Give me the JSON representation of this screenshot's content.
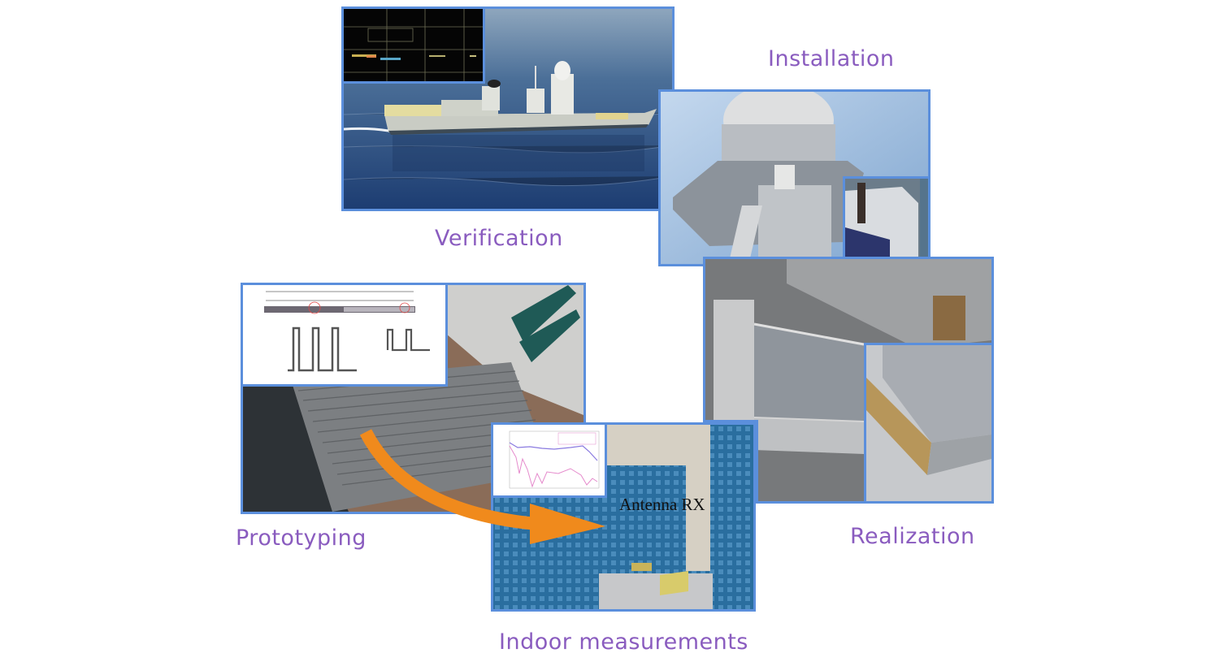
{
  "diagram": {
    "title": "Antenna development cycle",
    "stages": [
      {
        "id": "verification",
        "label": "Verification",
        "image": "ship-at-sea-photo",
        "inset": "radar-display-inset"
      },
      {
        "id": "installation",
        "label": "Installation",
        "image": "mast-radome-photo",
        "inset": "antenna-mount-detail"
      },
      {
        "id": "realization",
        "label": "Realization",
        "image": "antenna-panel-photo",
        "inset": "panel-edge-detail"
      },
      {
        "id": "prototyping",
        "label": "Prototyping",
        "image": "corrugated-prototype-photo",
        "inset": "corrugation-dimension-drawing"
      },
      {
        "id": "indoor",
        "label": "Indoor measurements",
        "image": "anechoic-chamber-photo",
        "inset": "measurement-plot-inset"
      }
    ],
    "annotations": {
      "antenna_rx": "Antenna RX"
    },
    "flow_arrow": {
      "from": "prototyping",
      "to": "indoor",
      "color": "#f08a1c"
    },
    "colors": {
      "label": "#8a5cbf",
      "border": "#5b8fdc",
      "absorber": "#2f79b0"
    }
  }
}
